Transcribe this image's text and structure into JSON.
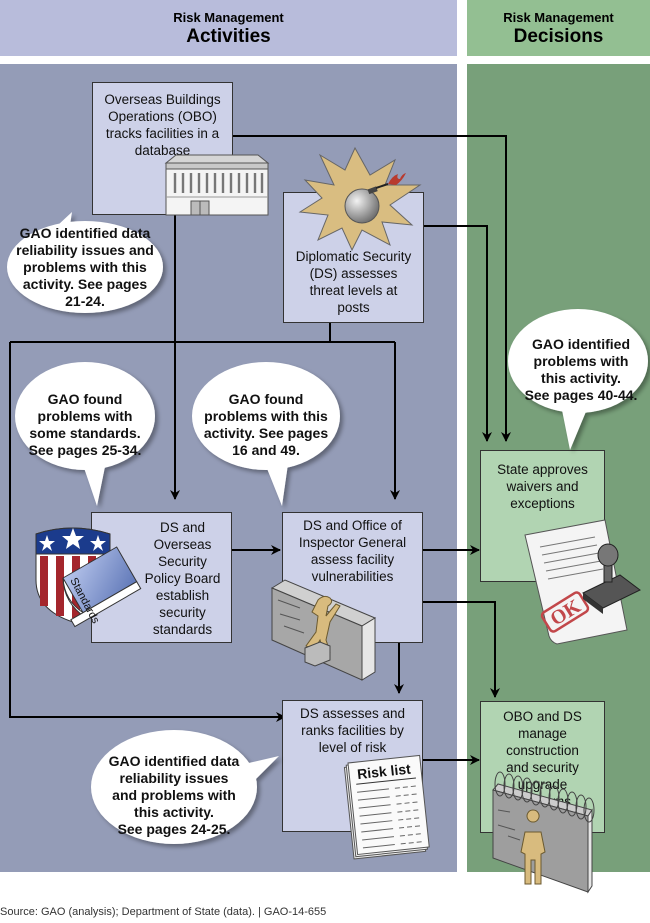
{
  "header": {
    "left": {
      "subtitle": "Risk Management",
      "title": "Activities"
    },
    "right": {
      "subtitle": "Risk Management",
      "title": "Decisions"
    }
  },
  "activities": {
    "obo_tracks": {
      "lines": [
        "Overseas Buildings",
        "Operations (OBO)",
        "tracks facilities in a",
        "database"
      ],
      "icon": "building-icon"
    },
    "ds_threat": {
      "lines": [
        "Diplomatic Security",
        "(DS) assesses",
        "threat levels at",
        "posts"
      ],
      "icon": "bomb-explosion-icon"
    },
    "ds_standards": {
      "lines": [
        "DS and",
        "Overseas",
        "Security",
        "Policy Board",
        "establish",
        "security",
        "standards"
      ],
      "icon": "shield-standards-book-icon",
      "book_label": "Standards"
    },
    "ds_oig_vuln": {
      "lines": [
        "DS and Office of",
        "Inspector General",
        "assess facility",
        "vulnerabilities"
      ],
      "icon": "person-climbing-wall-icon"
    },
    "ds_ranks": {
      "lines": [
        "DS assesses and",
        "ranks facilities by",
        "level of risk"
      ],
      "icon": "risk-list-document-icon",
      "doc_label": "Risk list"
    }
  },
  "decisions": {
    "state_waivers": {
      "lines": [
        "State approves",
        "waivers and",
        "exceptions"
      ],
      "icon": "ok-stamp-document-icon",
      "stamp_label": "OK"
    },
    "obo_ds_programs": {
      "lines": [
        "OBO and DS",
        "manage construction",
        "and security upgrade",
        "programs"
      ],
      "icon": "razor-wire-wall-guard-icon"
    }
  },
  "callouts": {
    "obo": {
      "lines": [
        "GAO identified data",
        "reliability issues and",
        "problems with this",
        "activity. See pages",
        "21-24."
      ]
    },
    "standards": {
      "lines": [
        "GAO found",
        "problems with",
        "some standards.",
        "See pages 25-34."
      ]
    },
    "vuln": {
      "lines": [
        "GAO found",
        "problems with this",
        "activity. See pages",
        "16 and 49."
      ]
    },
    "ranks": {
      "lines": [
        "GAO identified data",
        "reliability issues",
        "and problems with",
        "this activity.",
        "See pages 24-25."
      ]
    },
    "waivers": {
      "lines": [
        "GAO identified",
        "problems with",
        "this activity.",
        "See pages 40-44."
      ]
    }
  },
  "colors": {
    "header_left": "#b8bcdb",
    "header_right": "#93bf92",
    "panel_left": "#949cb7",
    "panel_right": "#78a07a",
    "box_blue": "#cdd1e8",
    "box_green": "#b1d4b2"
  },
  "source": "Source: GAO (analysis); Department of State (data).  |  GAO-14-655"
}
